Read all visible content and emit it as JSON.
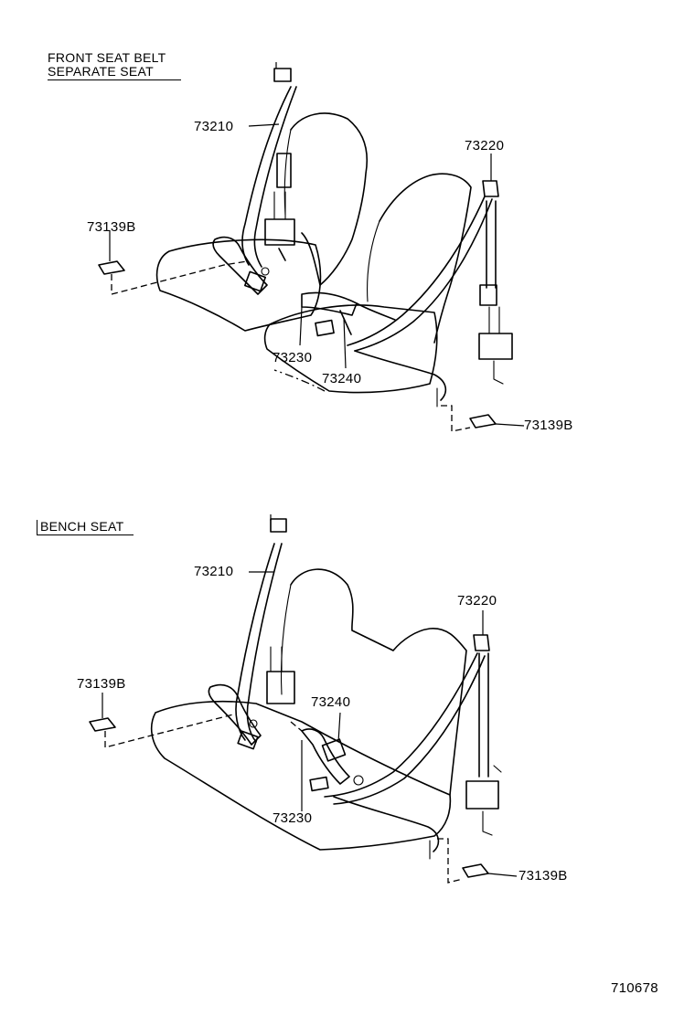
{
  "header_top": {
    "line1": "FRONT SEAT BELT",
    "line2": "SEPARATE SEAT"
  },
  "header_bottom": {
    "text": "BENCH SEAT"
  },
  "figure_number": "710678",
  "top_labels": {
    "l1": "73210",
    "l2": "73220",
    "l3": "73139B",
    "l4": "73230",
    "l5": "73240",
    "l6": "73139B"
  },
  "bottom_labels": {
    "l1": "73210",
    "l2": "73220",
    "l3": "73139B",
    "l4": "73240",
    "l5": "73230",
    "l6": "73139B"
  }
}
